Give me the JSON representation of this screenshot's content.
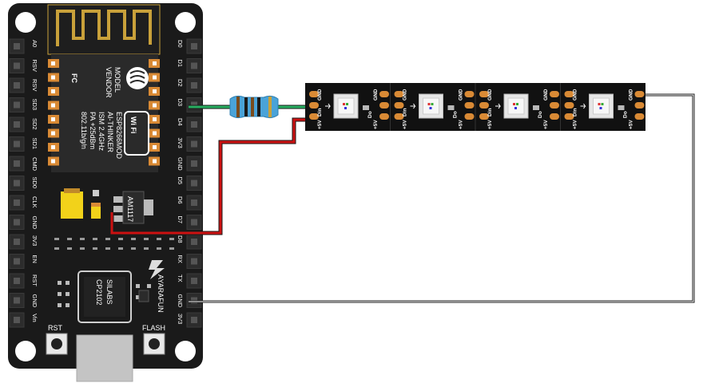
{
  "board": {
    "left_pins": [
      "A0",
      "RSV",
      "RSV",
      "SD3",
      "SD2",
      "SD1",
      "CMD",
      "SD0",
      "CLK",
      "GND",
      "3V3",
      "EN",
      "RST",
      "GND",
      "Vin"
    ],
    "right_pins": [
      "D0",
      "D1",
      "D2",
      "D3",
      "D4",
      "3V3",
      "GND",
      "D5",
      "D6",
      "D7",
      "D8",
      "RX",
      "TX",
      "GND",
      "3V3"
    ],
    "module_text": [
      "MODEL",
      "VENDOR",
      "ESP8266MOD",
      "AI-THINKER",
      "ISM 2.4GHz",
      "PA +25dBm",
      "802.11b/g/n"
    ],
    "fc_mark": "FC",
    "wifi_label": "Wi Fi",
    "regulator_label": "AM1117",
    "usb_chip_text": [
      "SILABS",
      "CP2102"
    ],
    "brand_text": "AYARAFUN",
    "rst_label": "RST",
    "flash_label": "FLASH"
  },
  "strip": {
    "pixel_count": 4,
    "din_label": "Din",
    "dout_label": "Do",
    "gnd_label": "GND",
    "vplus_label": "+5V"
  },
  "wires": {
    "data": "#27ae60",
    "power": "#cc1111",
    "ground": "#111111"
  },
  "colors": {
    "board": "#1a1a1a",
    "header_pin": "#d98a35",
    "module_gold": "#c9a13a",
    "resistor_body": "#4aa3d8"
  }
}
